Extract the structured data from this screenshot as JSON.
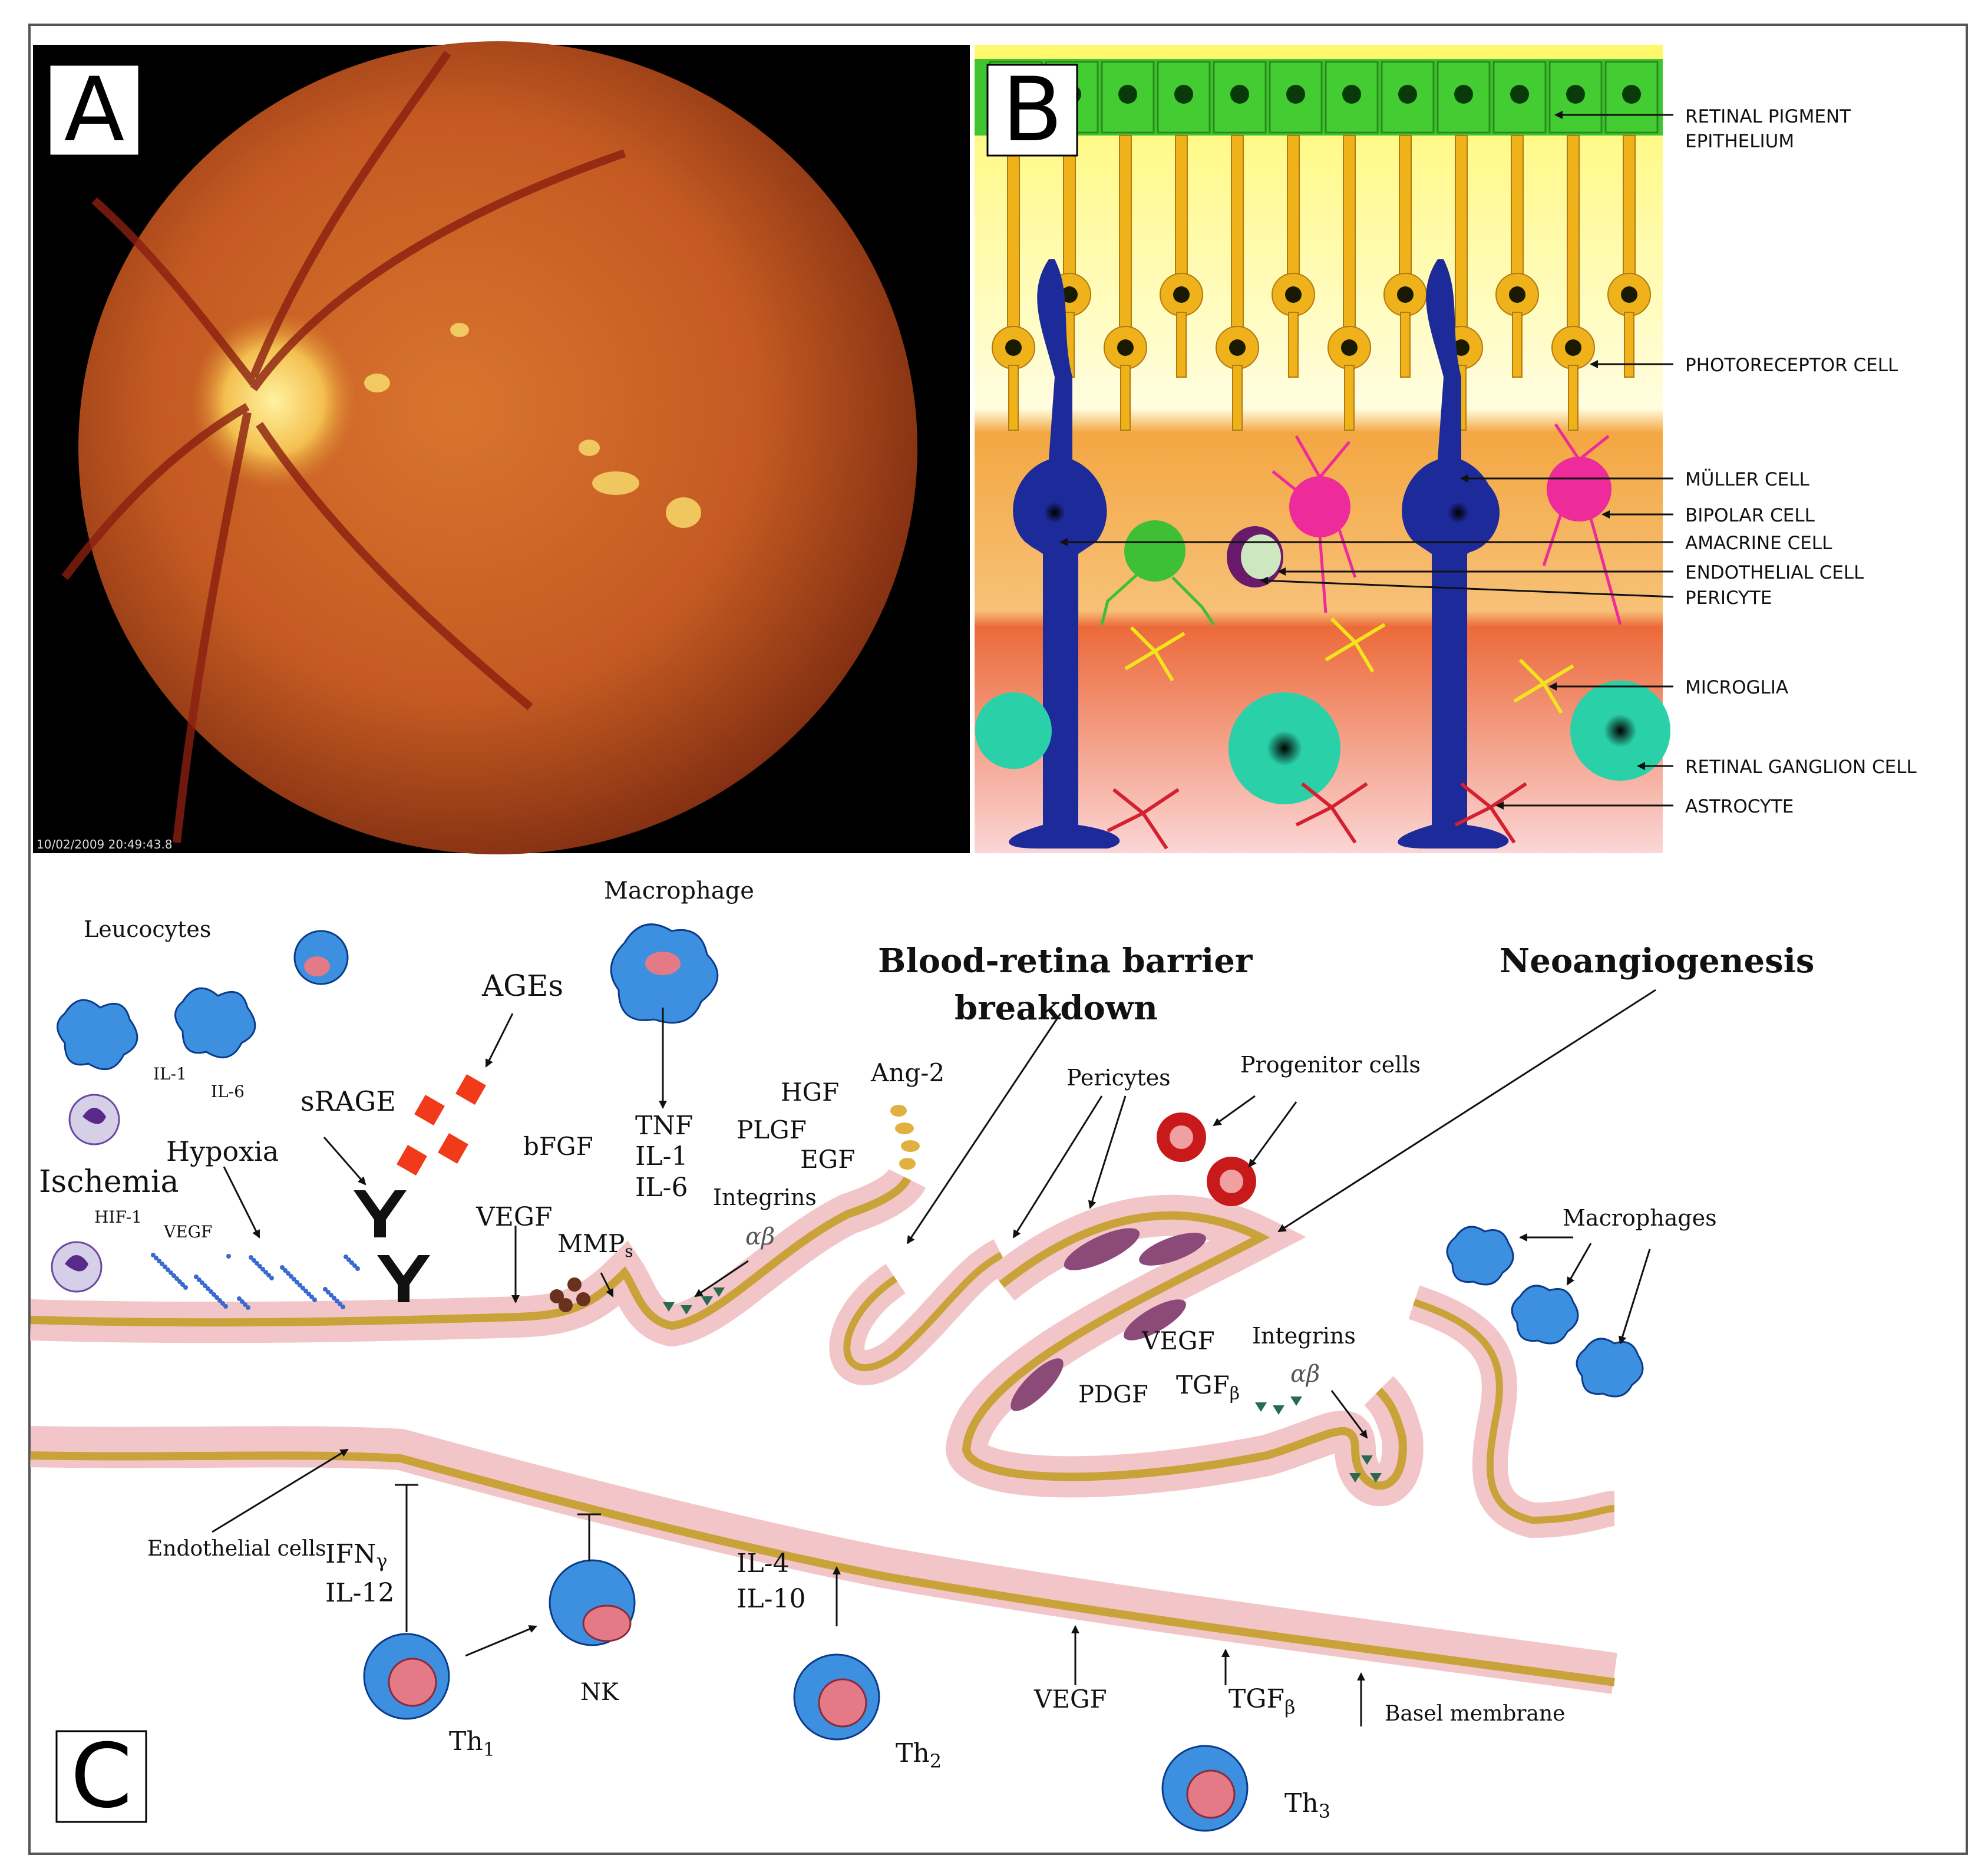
{
  "panel_a": {
    "letter": "A",
    "timestamp": "10/02/2009 20:49:43.8"
  },
  "panel_b": {
    "letter": "B",
    "labels": {
      "rpe": [
        "RETINAL PIGMENT",
        "EPITHELIUM"
      ],
      "photoreceptor": "PHOTORECEPTOR CELL",
      "muller": "MÜLLER CELL",
      "bipolar": "BIPOLAR CELL",
      "amacrine": "AMACRINE CELL",
      "endothelial": "ENDOTHELIAL CELL",
      "pericyte": "PERICYTE",
      "microglia": "MICROGLIA",
      "ganglion": "RETINAL GANGLION CELL",
      "astrocyte": "ASTROCYTE"
    },
    "colors": {
      "rpe": "#3fc52f",
      "photoreceptor": "#f0b21a",
      "muller": "#1c2a9a",
      "bipolar": "#ee2b9a",
      "amacrine": "#3fbf35",
      "ganglion": "#2ad0a8",
      "microglia": "#f4e41c",
      "astrocyte": "#d52030"
    }
  },
  "panel_c": {
    "letter": "C",
    "titles": {
      "brb": [
        "Blood-retina barrier",
        "breakdown"
      ],
      "neo": "Neoangiogenesis"
    },
    "labels": {
      "leucocytes": "Leucocytes",
      "il1": "IL-1",
      "il6": "IL-6",
      "macrophage": "Macrophage",
      "ages": "AGEs",
      "srage": "sRAGE",
      "hypoxia": "Hypoxia",
      "ischemia": "Ischemia",
      "hif1": "HIF-1",
      "vegf_small": "VEGF",
      "bfgf": "bFGF",
      "vegf": "VEGF",
      "mmps": "MMP",
      "mmps_sub": "s",
      "tnf": "TNF",
      "il1b": "IL-1",
      "il6b": "IL-6",
      "hgf": "HGF",
      "plgf": "PLGF",
      "egf": "EGF",
      "ang2": "Ang-2",
      "integrins1": "Integrins",
      "ab1": "αβ",
      "pericytes": "Pericytes",
      "progenitor": "Progenitor cells",
      "macrophages": "Macrophages",
      "vegf2": "VEGF",
      "pdgf": "PDGF",
      "tgfb": "TGF",
      "tgfb_sub": "β",
      "integrins2": "Integrins",
      "ab2": "αβ",
      "endothelial": "Endothelial cells",
      "ifn": "IFN",
      "ifn_sub": "γ",
      "il12": "IL-12",
      "nk": "NK",
      "il4": "IL-4",
      "il10": "IL-10",
      "vegf3": "VEGF",
      "tgfb3": "TGF",
      "tgfb3_sub": "β",
      "basel": "Basel membrane",
      "th1": "Th",
      "th1_sub": "1",
      "th2": "Th",
      "th2_sub": "2",
      "th3": "Th",
      "th3_sub": "3"
    },
    "colors": {
      "membrane": "#c9a23a",
      "endothelium": "#f2c6c8",
      "nucleus": "#9a7ab8",
      "pericyte": "#8c4a78",
      "lymphocyte": "#3d8fe0",
      "lymph_nucleus": "#e47a86",
      "age": "#f03a1a",
      "progenitor": "#c81a1a"
    }
  }
}
